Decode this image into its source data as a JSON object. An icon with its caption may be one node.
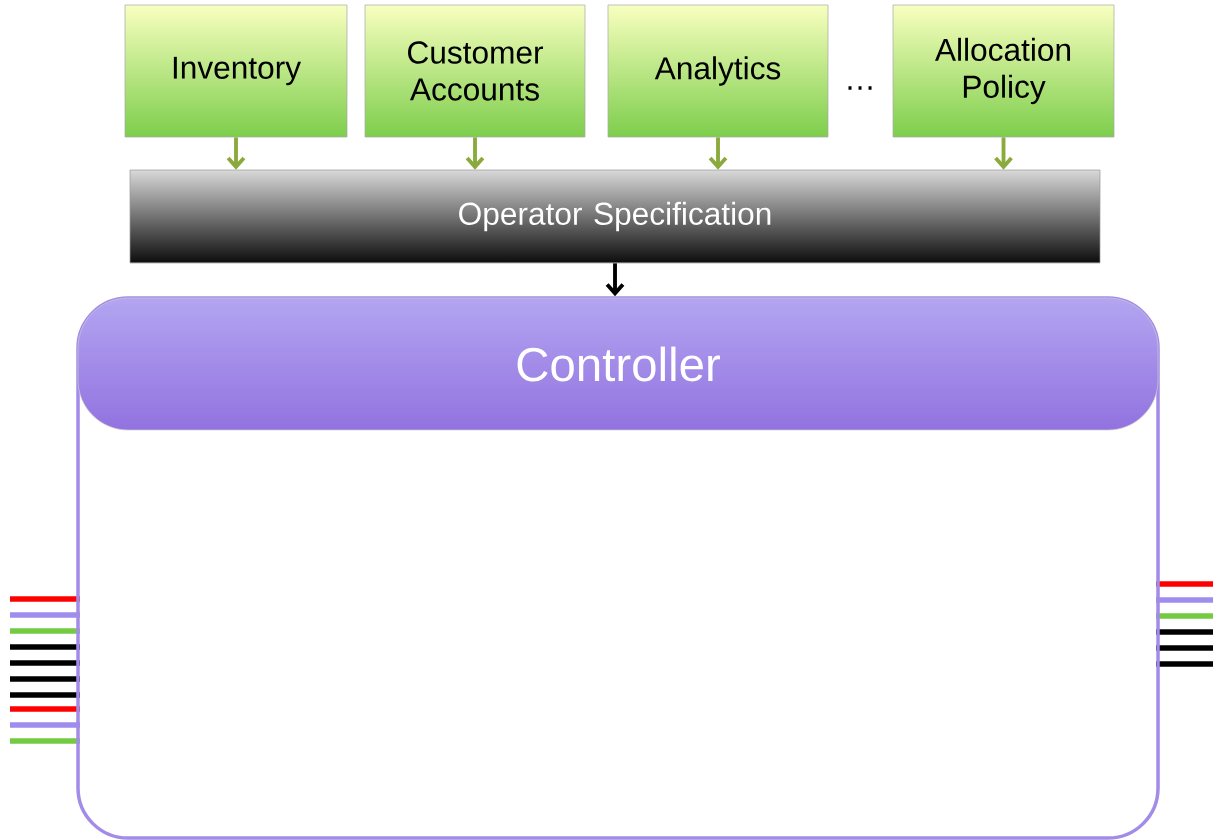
{
  "diagram": {
    "nodes": [
      {
        "text": [
          "Inventory"
        ]
      },
      {
        "text": [
          "Customer Accounts"
        ]
      },
      {
        "text": [
          "Analytics"
        ]
      },
      {
        "text": [
          "Allocation Policy"
        ]
      },
      {
        "text": [
          "Operator Specification"
        ]
      },
      {
        "text": [
          "Controller"
        ]
      }
    ],
    "edges": [
      {
        "from": 0,
        "to": 4,
        "arrow": "to",
        "color": "#8aaa3c"
      },
      {
        "from": 1,
        "to": 4,
        "arrow": "to",
        "color": "#8aaa3c"
      },
      {
        "from": 2,
        "to": 4,
        "arrow": "to",
        "color": "#8aaa3c"
      },
      {
        "from": 3,
        "to": 4,
        "arrow": "to",
        "color": "#8aaa3c"
      },
      {
        "from": 4,
        "to": 5,
        "arrow": "to",
        "color": "#000000"
      }
    ],
    "labels": [
      "…"
    ]
  }
}
